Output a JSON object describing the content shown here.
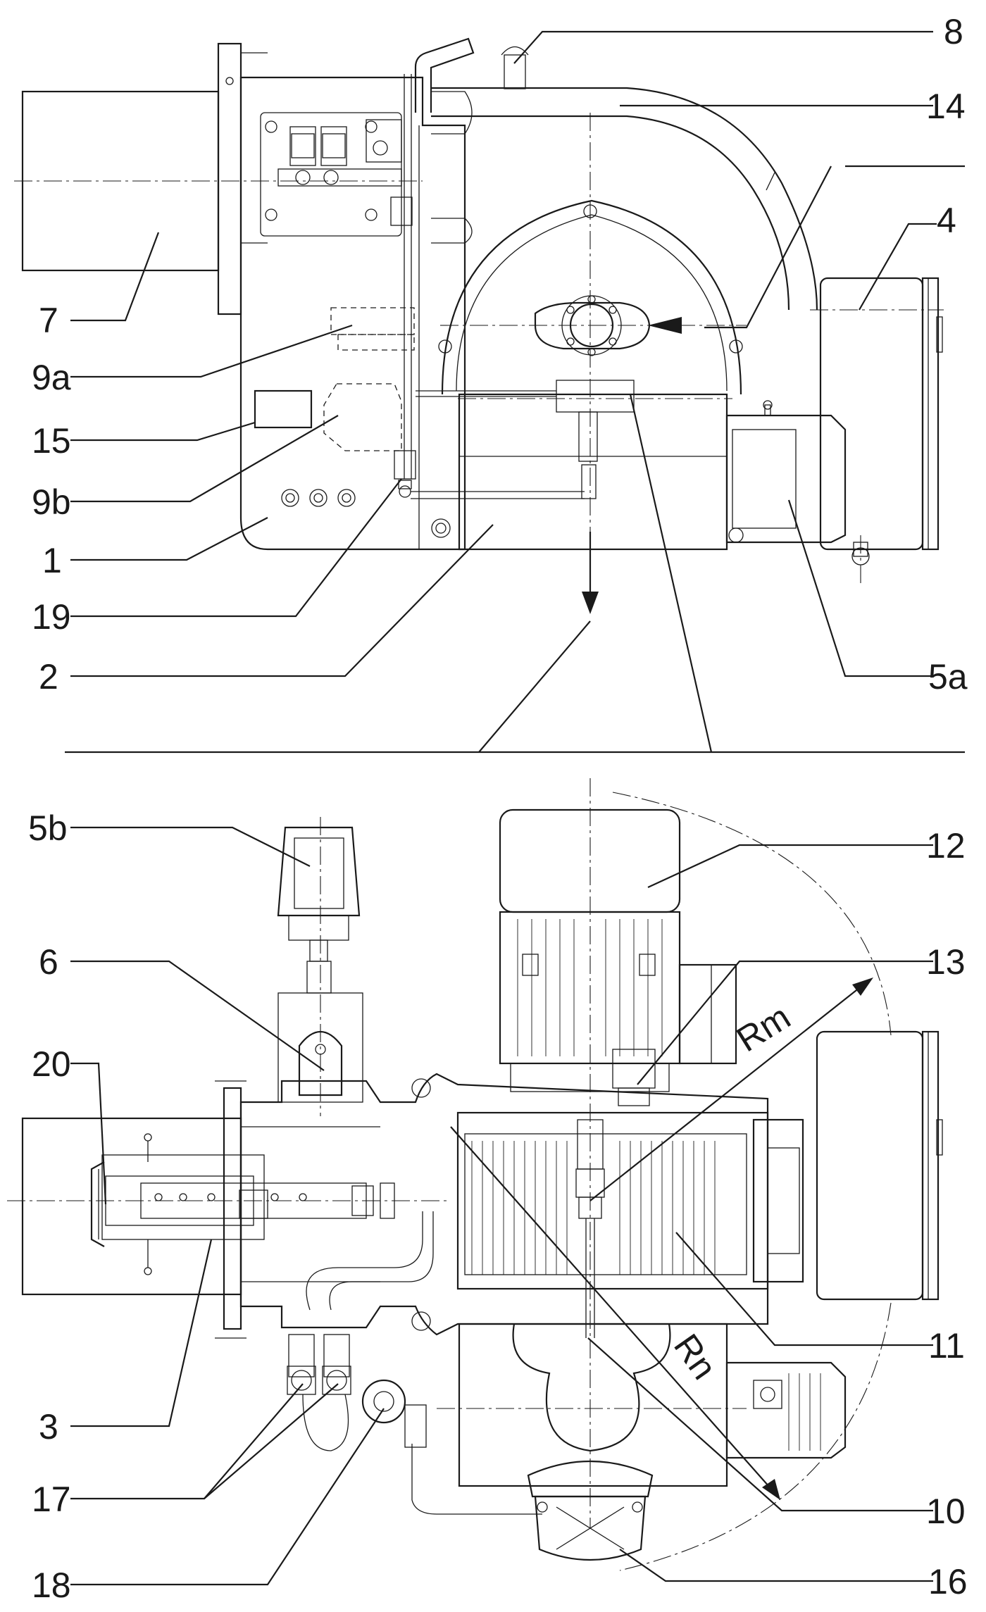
{
  "figure": {
    "top_view_labels": [
      {
        "id": "8",
        "text": "8"
      },
      {
        "id": "14",
        "text": "14"
      },
      {
        "id": "4",
        "text": "4"
      },
      {
        "id": "7",
        "text": "7"
      },
      {
        "id": "9a",
        "text": "9a"
      },
      {
        "id": "15",
        "text": "15"
      },
      {
        "id": "9b",
        "text": "9b"
      },
      {
        "id": "1",
        "text": "1"
      },
      {
        "id": "19",
        "text": "19"
      },
      {
        "id": "2",
        "text": "2"
      },
      {
        "id": "5a",
        "text": "5a"
      }
    ],
    "bottom_view_labels": [
      {
        "id": "5b",
        "text": "5b"
      },
      {
        "id": "12",
        "text": "12"
      },
      {
        "id": "6",
        "text": "6"
      },
      {
        "id": "13",
        "text": "13"
      },
      {
        "id": "20",
        "text": "20"
      },
      {
        "id": "11",
        "text": "11"
      },
      {
        "id": "3",
        "text": "3"
      },
      {
        "id": "10",
        "text": "10"
      },
      {
        "id": "17",
        "text": "17"
      },
      {
        "id": "18",
        "text": "18"
      },
      {
        "id": "16",
        "text": "16"
      }
    ],
    "radius_labels": {
      "rm": "Rm",
      "rn": "Rn"
    },
    "line_color": "#1a1a1a",
    "background": "#ffffff"
  }
}
